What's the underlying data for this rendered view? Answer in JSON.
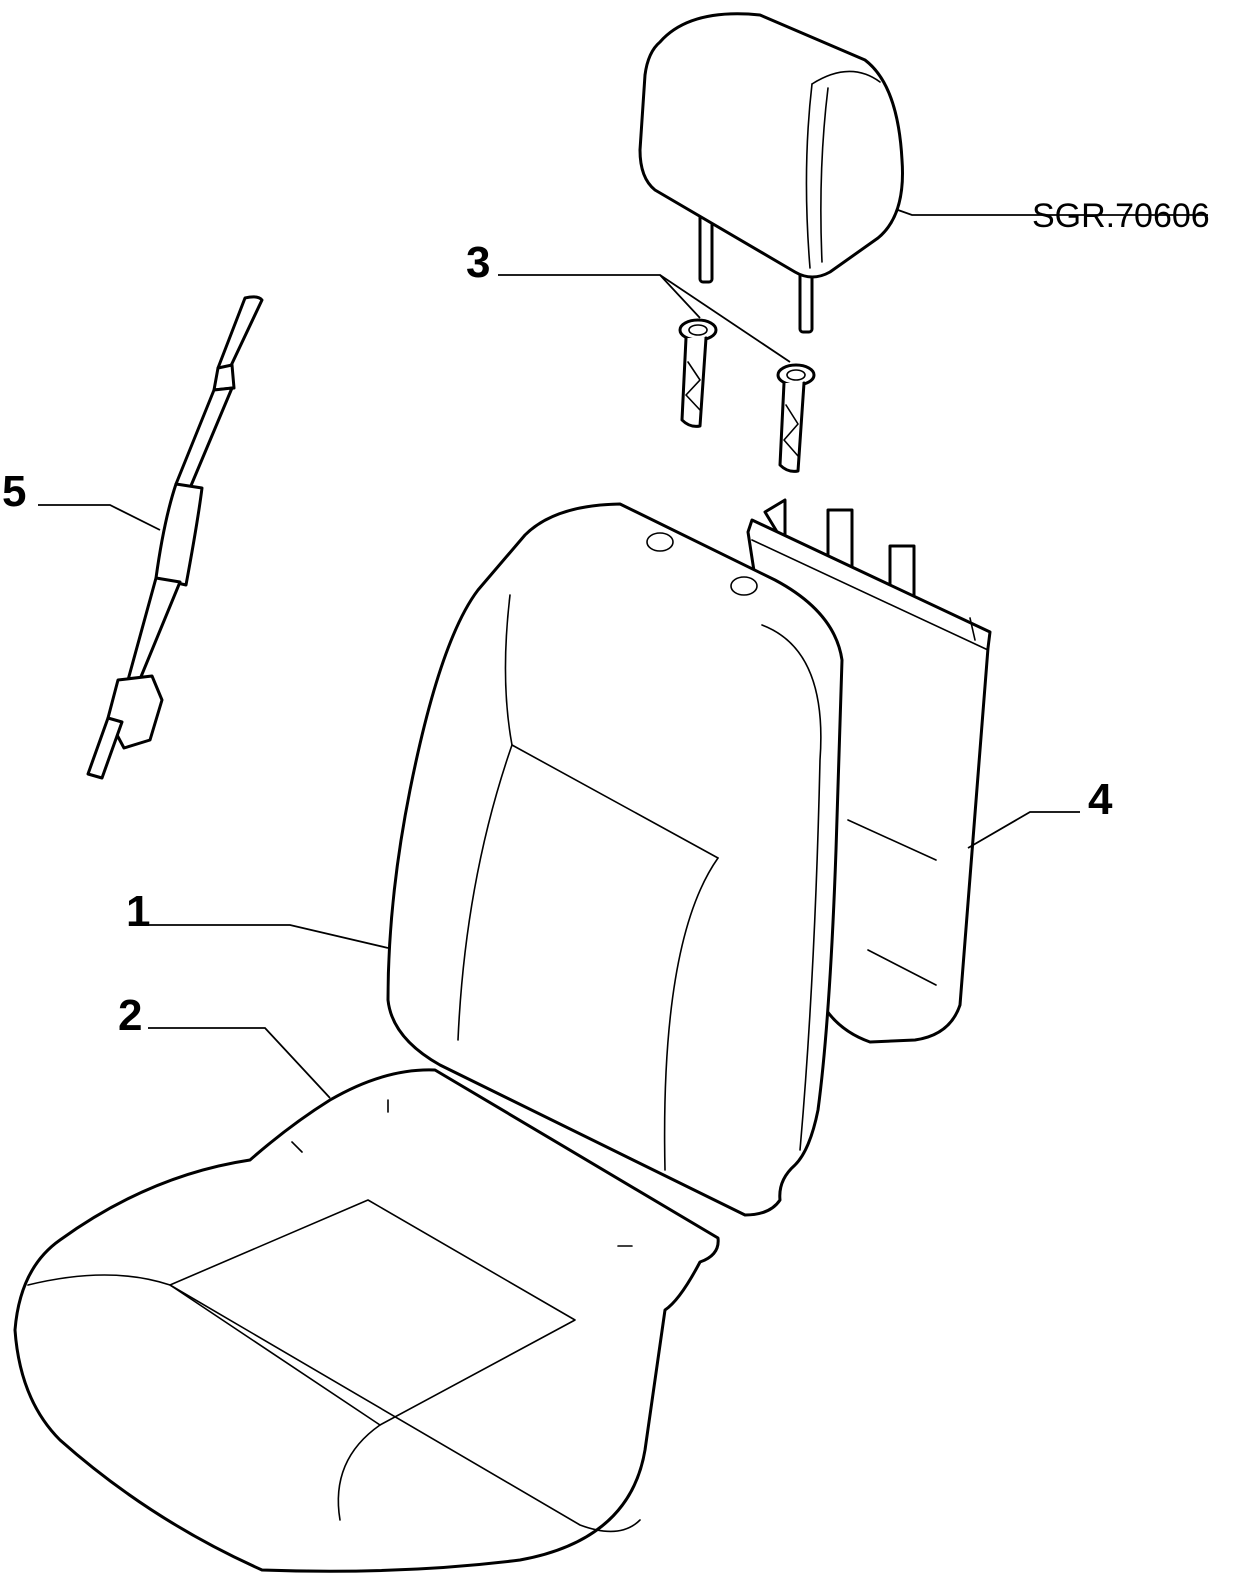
{
  "callouts": {
    "seat_back_cover": "1",
    "seat_cushion_cover": "2",
    "headrest_guide": "3",
    "back_panel": "4",
    "adjuster_rod": "5"
  },
  "reference": "SGR.70606"
}
